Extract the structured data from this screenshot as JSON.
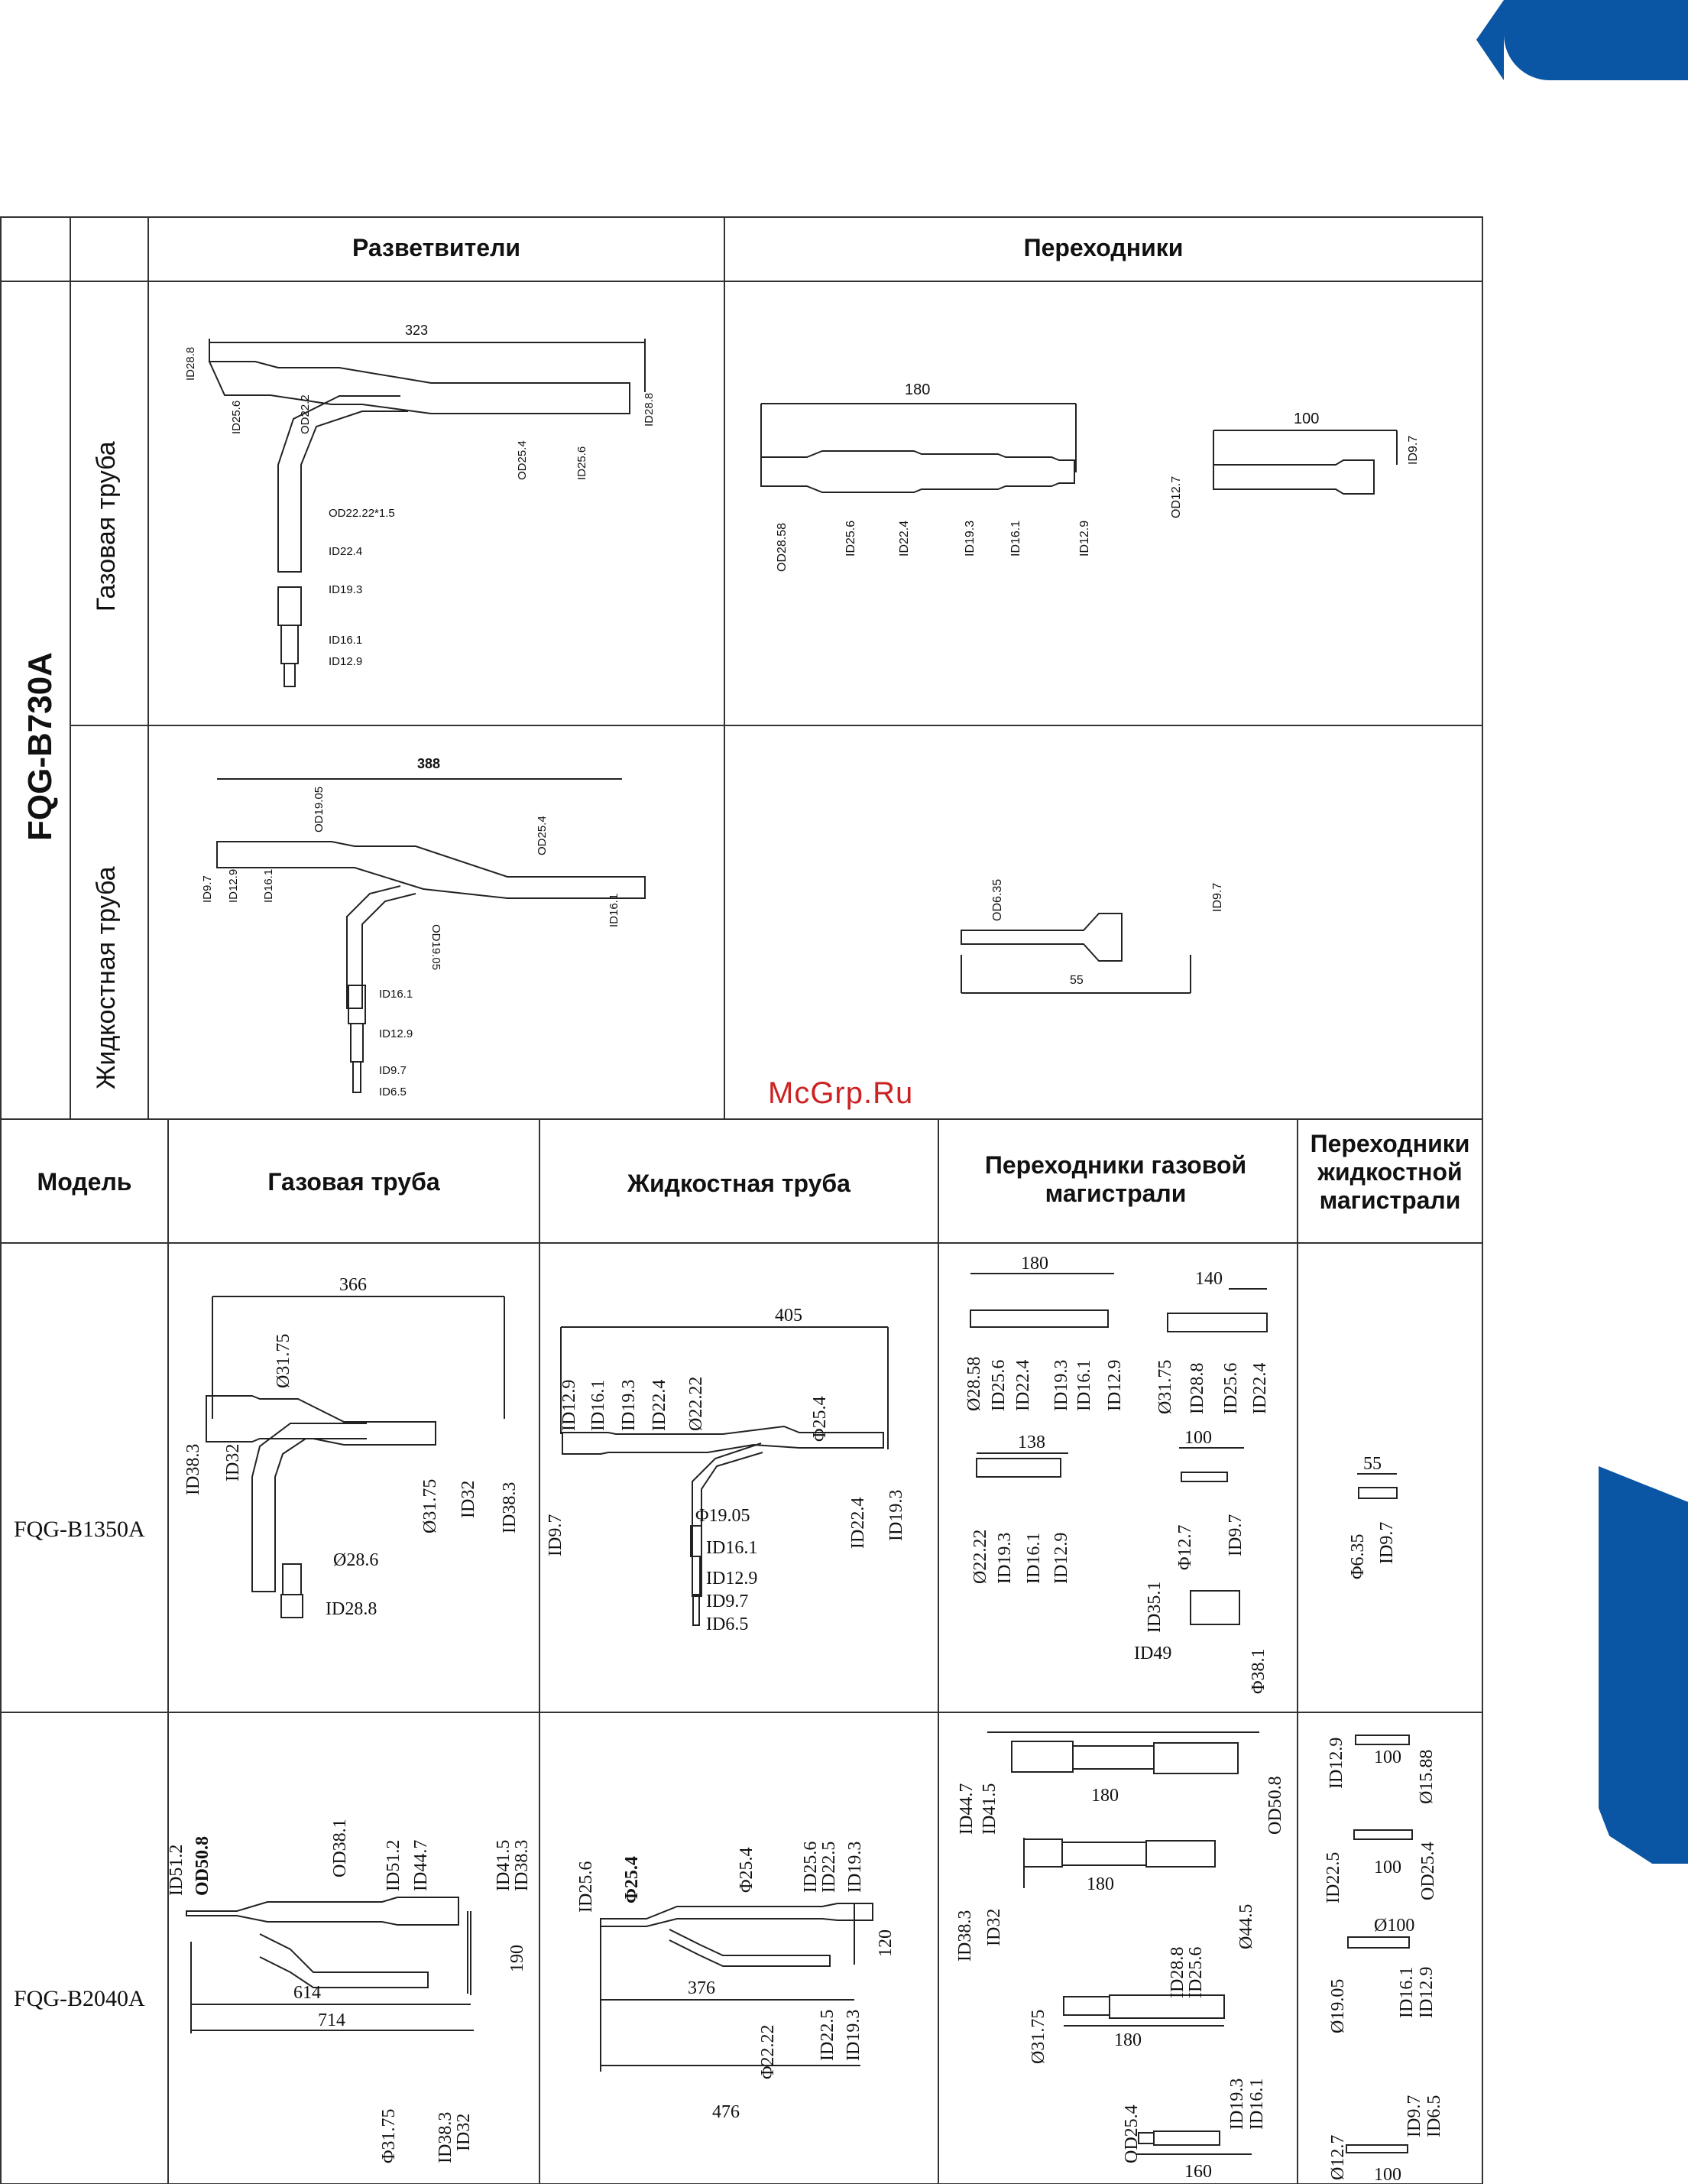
{
  "colors": {
    "accent": "#0b56a4",
    "watermark": "#cc2222",
    "line": "#111111"
  },
  "top_table": {
    "model": "FQG-B730A",
    "col_branch": "Разветвители",
    "col_adapter": "Переходники",
    "row_gas": "Газовая труба",
    "row_liquid": "Жидкостная труба",
    "gas_branch": {
      "length": "323",
      "labels": [
        "ID28.8",
        "ID25.6",
        "OD22.2",
        "OD25.4",
        "ID25.6",
        "ID28.8",
        "OD22.22*1.5",
        "ID22.4",
        "ID19.3",
        "ID16.1",
        "ID12.9"
      ]
    },
    "gas_adapter_1": {
      "length": "180",
      "labels": [
        "OD28.58",
        "ID25.6",
        "ID22.4",
        "ID19.3",
        "ID16.1",
        "ID12.9"
      ]
    },
    "gas_adapter_2": {
      "length": "100",
      "labels": [
        "OD12.7",
        "ID9.7"
      ]
    },
    "liquid_branch": {
      "length": "388",
      "labels": [
        "OD19.05",
        "OD25.4",
        "ID9.7",
        "ID12.9",
        "ID16.1",
        "ID16.1",
        "OD19.05",
        "ID16.1",
        "ID12.9",
        "ID9.7",
        "ID6.5"
      ]
    },
    "liquid_adapter": {
      "length": "55",
      "labels": [
        "OD6.35",
        "ID9.7"
      ]
    }
  },
  "watermark": "McGrp.Ru",
  "bottom_table": {
    "headers": [
      "Модель",
      "Газовая труба",
      "Жидкостная труба",
      "Переходники газовой магистрали",
      "Переходники жидкостной магистрали"
    ],
    "rows": [
      {
        "model": "FQG-B1350A",
        "gas": {
          "length": "366",
          "labels": [
            "Ø31.75",
            "ID38.3",
            "ID32",
            "Ø31.75",
            "ID32",
            "ID38.3",
            "Ø28.6",
            "ID28.8"
          ]
        },
        "liquid": {
          "length": "405",
          "labels": [
            "ID12.9",
            "ID16.1",
            "ID19.3",
            "ID22.4",
            "Ø22.22",
            "Φ25.4",
            "ID9.7",
            "Φ19.05",
            "ID16.1",
            "ID12.9",
            "ID9.7",
            "ID6.5",
            "ID22.4",
            "ID19.3"
          ]
        },
        "gas_adapters": {
          "a1": {
            "length": "180",
            "labels": [
              "Ø28.58",
              "ID25.6",
              "ID22.4",
              "ID19.3",
              "ID16.1",
              "ID12.9"
            ]
          },
          "a2": {
            "length": "140",
            "labels": [
              "Ø31.75",
              "ID28.8",
              "ID25.6",
              "ID22.4"
            ]
          },
          "a3": {
            "length": "138",
            "labels": [
              "Ø22.22",
              "ID19.3",
              "ID16.1",
              "ID12.9"
            ]
          },
          "a4": {
            "length": "100",
            "labels": [
              "Φ12.7",
              "ID9.7"
            ]
          },
          "a5": {
            "labels": [
              "ID35.1",
              "ID49",
              "Φ38.1"
            ]
          }
        },
        "liquid_adapters": {
          "a1": {
            "length": "55",
            "labels": [
              "Φ6.35",
              "ID9.7"
            ]
          }
        }
      },
      {
        "model": "FQG-B2040A",
        "gas": {
          "labels": [
            "ID51.2",
            "OD50.8",
            "OD38.1",
            "ID51.2",
            "ID44.7",
            "ID41.5",
            "ID38.3",
            "190",
            "614",
            "714",
            "Φ31.75",
            "ID38.3",
            "ID32"
          ]
        },
        "liquid": {
          "labels": [
            "ID25.6",
            "Φ25.4",
            "Φ25.4",
            "ID25.6",
            "ID22.5",
            "ID19.3",
            "120",
            "376",
            "476",
            "Φ22.22",
            "ID22.5",
            "ID19.3"
          ]
        },
        "gas_adapters": {
          "a1": {
            "length": "180",
            "labels": [
              "ID44.7",
              "ID41.5",
              "OD50.8"
            ]
          },
          "a2": {
            "length": "180",
            "labels": [
              "ID38.3",
              "ID32",
              "Ø44.5"
            ]
          },
          "a3": {
            "length": "180",
            "labels": [
              "Ø31.75",
              "ID28.8",
              "ID25.6"
            ]
          },
          "a4": {
            "length": "160",
            "labels": [
              "OD25.4",
              "ID19.3",
              "ID16.1"
            ]
          }
        },
        "liquid_adapters": {
          "a1": {
            "length": "100",
            "labels": [
              "ID12.9",
              "Ø15.88"
            ]
          },
          "a2": {
            "length": "100",
            "labels": [
              "ID22.5",
              "OD25.4"
            ]
          },
          "a3": {
            "length": "Ø100",
            "labels": [
              "Ø19.05",
              "ID16.1",
              "ID12.9"
            ]
          },
          "a4": {
            "length": "100",
            "labels": [
              "Ø12.7",
              "ID9.7",
              "ID6.5"
            ]
          }
        }
      }
    ]
  }
}
